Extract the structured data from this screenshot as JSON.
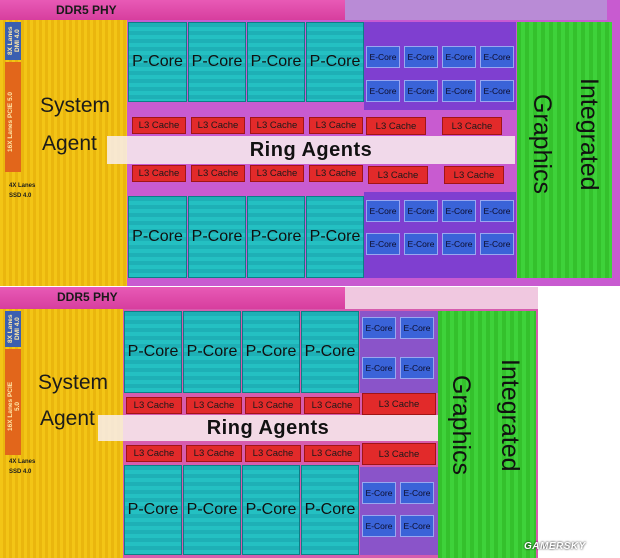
{
  "watermark": "GAMERSKY",
  "dies": [
    {
      "name": "die-top",
      "phy_label": "DDR5 PHY",
      "system_agent": [
        "System",
        "Agent"
      ],
      "io_blocks": [
        "8X Lanes DMI 4.0",
        "16X Lanes PCIE 5.0",
        "4X Lanes",
        "SSD 4.0"
      ],
      "p_core_label": "P-Core",
      "l3_label": "L3 Cache",
      "ring_label": "Ring Agents",
      "e_core_label": "E-Core",
      "graphics": [
        "Integrated",
        "Graphics"
      ]
    },
    {
      "name": "die-bottom",
      "phy_label": "DDR5 PHY",
      "system_agent": [
        "System",
        "Agent"
      ],
      "io_blocks": [
        "8X Lanes DMI 4.0",
        "16X Lanes PCIE 5.0",
        "4X Lanes",
        "SSD 4.0"
      ],
      "p_core_label": "P-Core",
      "l3_label": "L3 Cache",
      "ring_label": "Ring Agents",
      "e_core_label": "E-Core",
      "graphics": [
        "Integrated",
        "Graphics"
      ]
    }
  ],
  "colors": {
    "phy": "#e04fae",
    "system_agent": "#f0c214",
    "p_core": "#22b8bc",
    "l3_cache": "#e22a2a",
    "e_core": "#3a63d8",
    "e_cluster": "#7f3fd0",
    "graphics": "#38c830"
  }
}
